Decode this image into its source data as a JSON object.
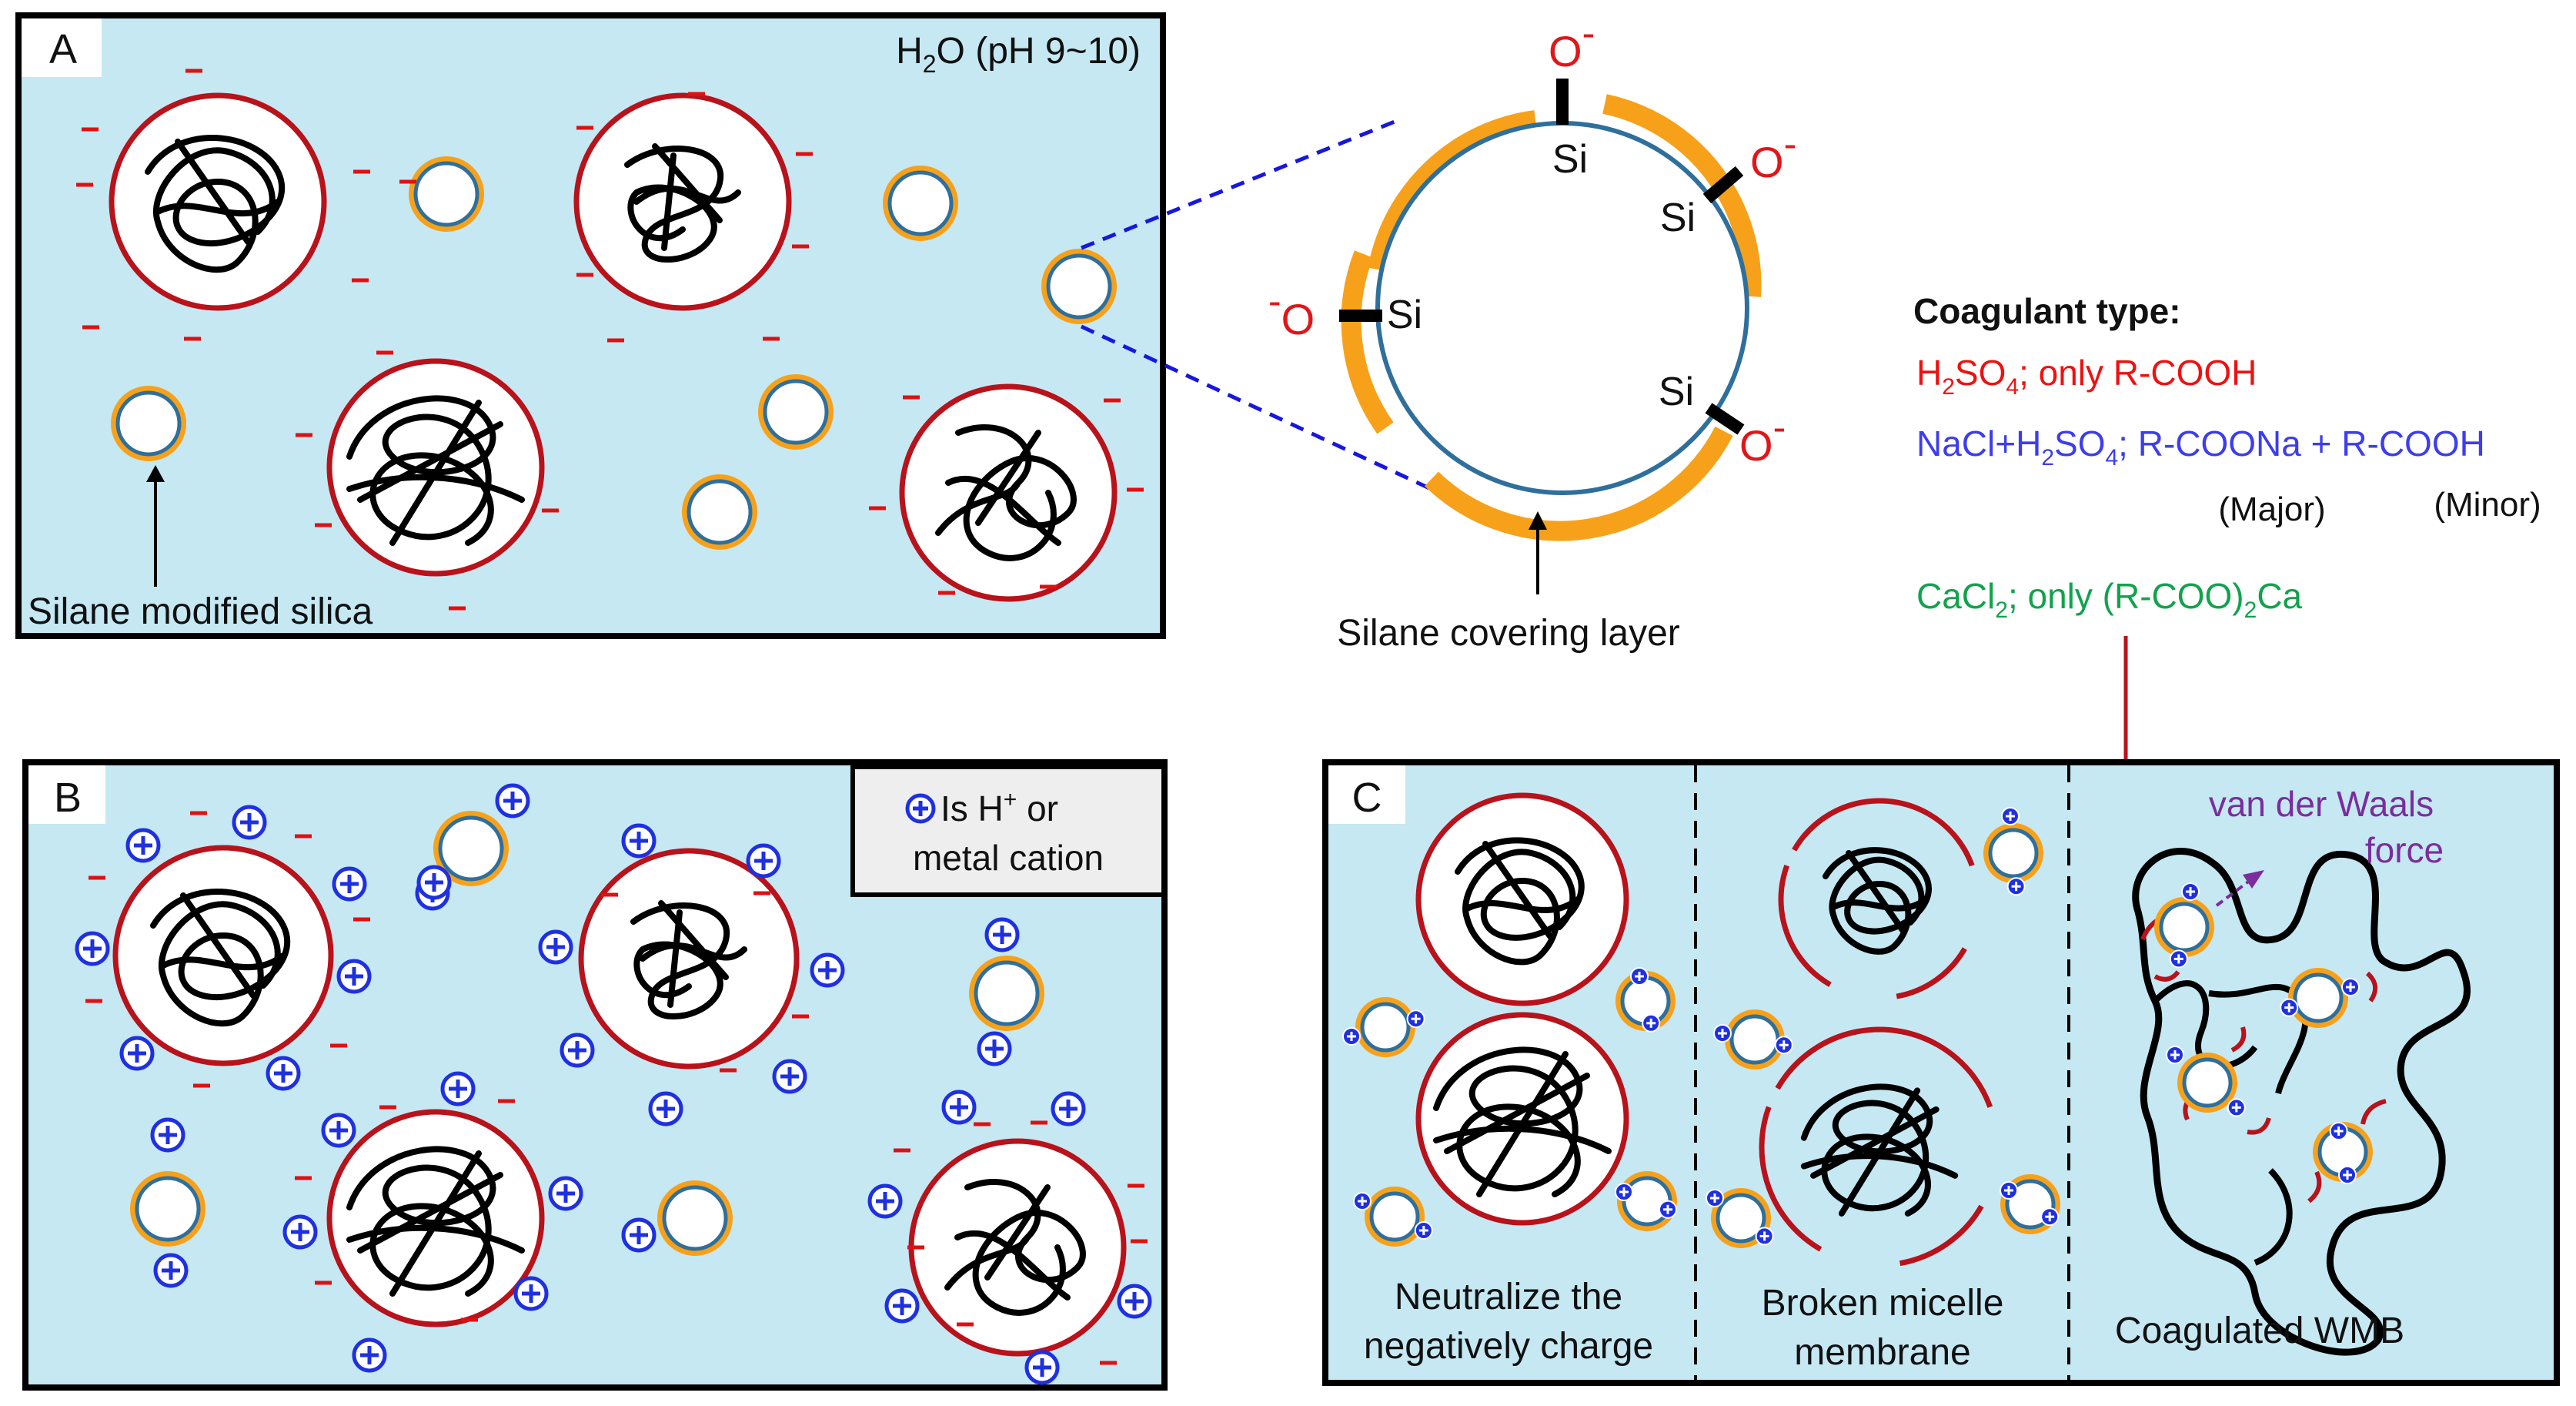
{
  "colors": {
    "panel_bg": "#c5e8f3",
    "micelle_ring": "#b8121b",
    "silica_orange": "#f7a11a",
    "silica_blue": "#2f6f9c",
    "cation_blue": "#1f30e0",
    "neg_red": "#e01010",
    "ion_red": "#e0161a",
    "text_black": "#111111",
    "acid_red": "#ee1111",
    "nacl_blue": "#3d3dee",
    "cacl_green": "#10a34c",
    "vdw_purple": "#7b2d9c",
    "dashed_blue": "#1717dd"
  },
  "panel_a": {
    "label": "A",
    "water": {
      "main": "H",
      "sub": "2",
      "rest": "O (pH 9~10)"
    },
    "silica_label": "Silane modified silica"
  },
  "zoom": {
    "si_label": "Si",
    "oxygen": "O",
    "minus": "-",
    "silane_label": "Silane covering layer"
  },
  "coagulant": {
    "title": "Coagulant type:",
    "h2so4": {
      "p1": "H",
      "s1": "2",
      "p2": "SO",
      "s2": "4",
      "p3": "; only R-COOH"
    },
    "nacl": {
      "p1": "NaCl+H",
      "s1": "2",
      "p2": "SO",
      "s2": "4",
      "p3": "; R-COONa + R-COOH"
    },
    "major": "(Major)",
    "minor": "(Minor)",
    "cacl2": {
      "p1": "CaCl",
      "s1": "2",
      "p2": "; only (R-COO)",
      "s2": "2",
      "p3": "Ca"
    }
  },
  "panel_b": {
    "label": "B",
    "legend_line1_pre": "Is H",
    "legend_sup": "+",
    "legend_line1_post": " or",
    "legend_line2": "metal cation"
  },
  "panel_c": {
    "label": "C",
    "step1_line1": "Neutralize the",
    "step1_line2": "negatively charge",
    "step2_line1": "Broken micelle",
    "step2_line2": "membrane",
    "step3": "Coagulated WMB",
    "vdw_line1": "van der Waals",
    "vdw_line2": "force"
  }
}
